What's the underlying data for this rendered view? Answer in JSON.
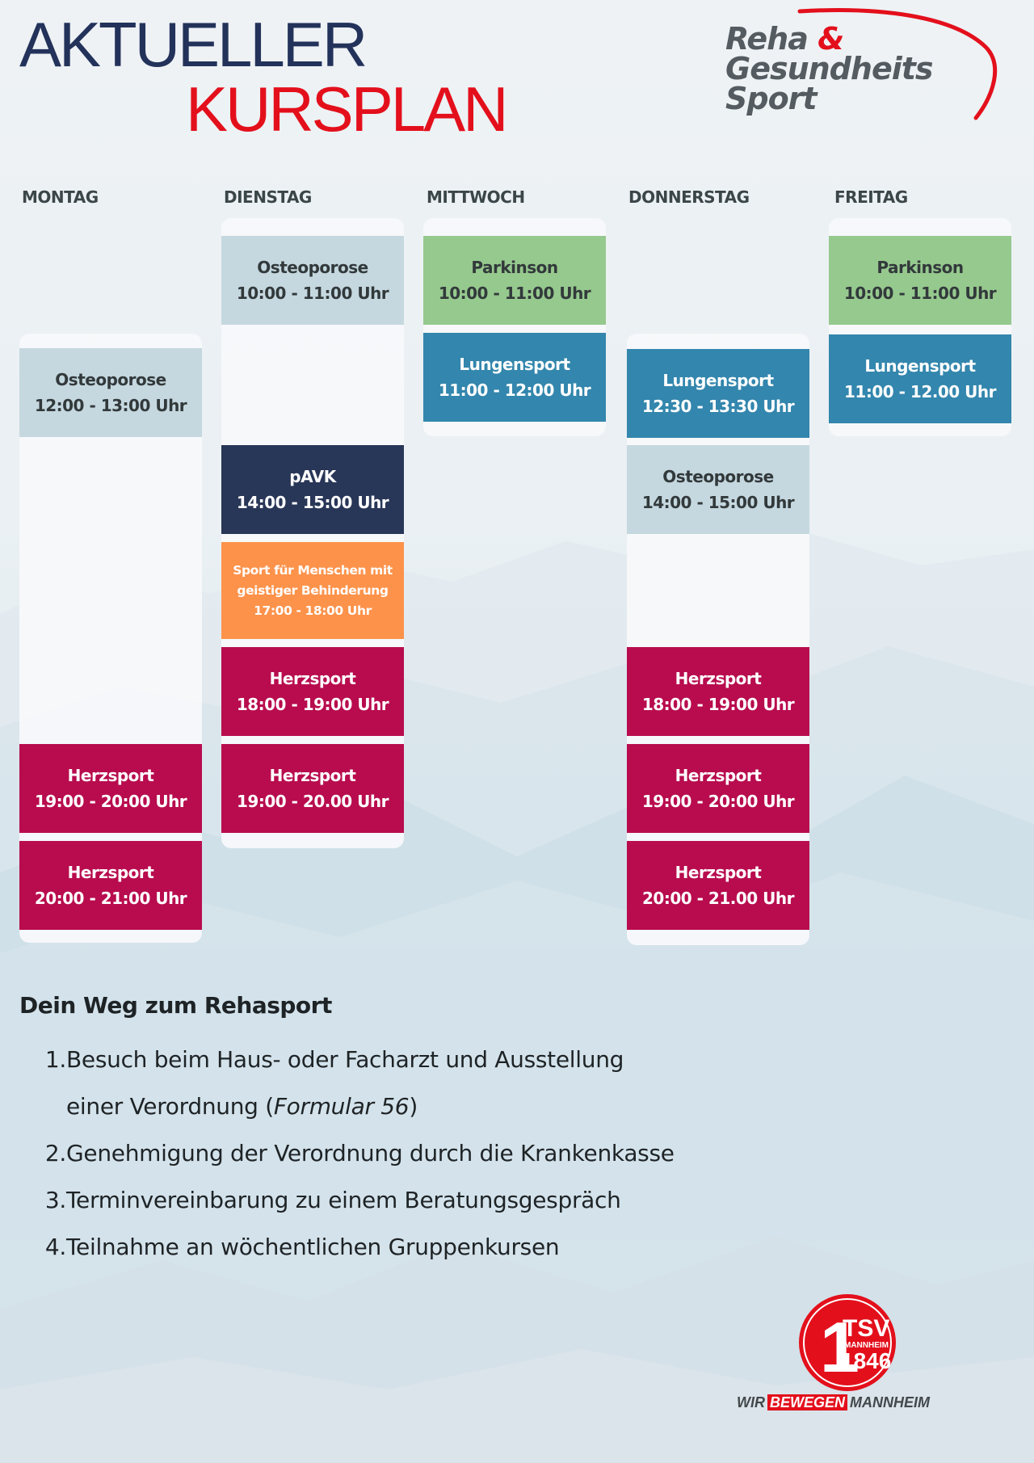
{
  "header": {
    "title_line1": "AKTUELLER",
    "title_line2": "KURSPLAN"
  },
  "brand": {
    "line1": "Reha",
    "amp": "&",
    "line2": "Gesundheits",
    "line3": "Sport"
  },
  "days": [
    "MONTAG",
    "DIENSTAG",
    "MITTWOCH",
    "DONNERSTAG",
    "FREITAG"
  ],
  "schedule": {
    "montag": [
      {
        "name": "Osteoporose",
        "time": "12:00 - 13:00 Uhr"
      },
      {
        "name": "Herzsport",
        "time": "19:00 - 20:00 Uhr"
      },
      {
        "name": "Herzsport",
        "time": "20:00 - 21:00 Uhr"
      }
    ],
    "dienstag": [
      {
        "name": "Osteoporose",
        "time": "10:00 - 11:00 Uhr"
      },
      {
        "name": "pAVK",
        "time": "14:00 - 15:00 Uhr"
      },
      {
        "name_line1": "Sport für Menschen mit",
        "name_line2": "geistiger Behinderung",
        "time": "17:00 - 18:00 Uhr"
      },
      {
        "name": "Herzsport",
        "time": "18:00 - 19:00 Uhr"
      },
      {
        "name": "Herzsport",
        "time": "19:00 - 20.00 Uhr"
      }
    ],
    "mittwoch": [
      {
        "name": "Parkinson",
        "time": "10:00 - 11:00 Uhr"
      },
      {
        "name": "Lungensport",
        "time": "11:00 - 12:00 Uhr"
      }
    ],
    "donnerstag": [
      {
        "name": "Lungensport",
        "time": "12:30 - 13:30 Uhr"
      },
      {
        "name": "Osteoporose",
        "time": "14:00 - 15:00 Uhr"
      },
      {
        "name": "Herzsport",
        "time": "18:00 - 19:00 Uhr"
      },
      {
        "name": "Herzsport",
        "time": "19:00 - 20:00 Uhr"
      },
      {
        "name": "Herzsport",
        "time": "20:00 - 21.00 Uhr"
      }
    ],
    "freitag": [
      {
        "name": "Parkinson",
        "time": "10:00 - 11:00 Uhr"
      },
      {
        "name": "Lungensport",
        "time": "11:00 - 12.00 Uhr"
      }
    ]
  },
  "steps": {
    "title": "Dein Weg zum Rehasport",
    "items": [
      {
        "num": "1.",
        "text_a": "Besuch beim Haus- oder Facharzt und Ausstellung",
        "text_b": "einer Verordnung (",
        "text_em": "Formular 56",
        "text_c": ")"
      },
      {
        "num": "2.",
        "text": "Genehmigung der Verordnung durch die Krankenkasse"
      },
      {
        "num": "3.",
        "text": "Terminvereinbarung zu einem Beratungsgespräch"
      },
      {
        "num": "4.",
        "text": "Teilnahme an wöchentlichen Gruppenkursen"
      }
    ]
  },
  "footer": {
    "club_short": "TSV",
    "club_city": "MANNHEIM",
    "club_year": "1846",
    "club_digit": "1",
    "slogan_a": "WIR",
    "slogan_b": "BEWEGEN",
    "slogan_c": "MANNHEIM"
  },
  "colors": {
    "osteoporose": "#c5d8df",
    "parkinson": "#96c98e",
    "lungensport": "#3386ad",
    "pavk": "#283657",
    "herzsport": "#b80c4e",
    "geistige_behinderung": "#fd924a",
    "title_blue": "#23325a",
    "title_red": "#e3101c"
  }
}
